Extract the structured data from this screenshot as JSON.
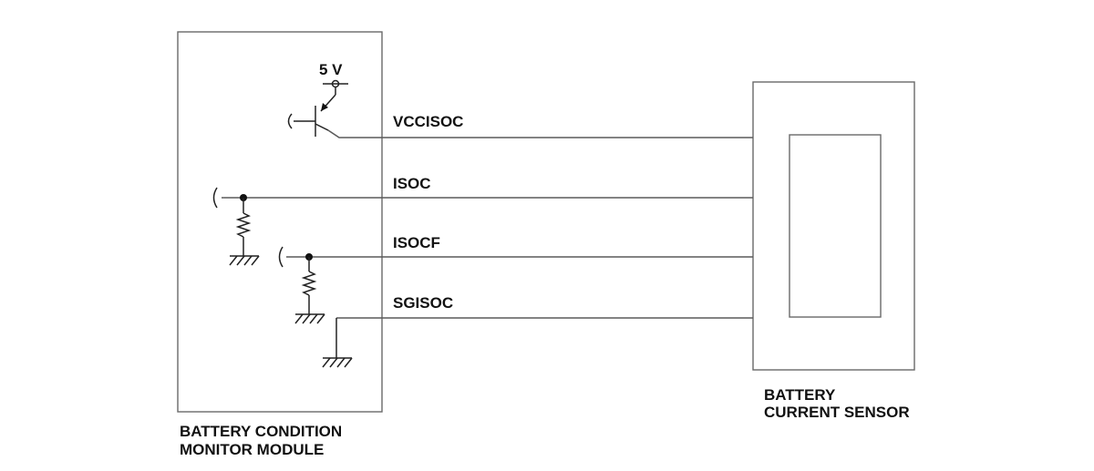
{
  "supply": {
    "voltage": "5 V"
  },
  "signals": {
    "vcc": "VCCISOC",
    "isoc": "ISOC",
    "isocf": "ISOCF",
    "sg": "SGISOC"
  },
  "modules": {
    "left": {
      "line1": "BATTERY CONDITION",
      "line2": "MONITOR MODULE"
    },
    "right": {
      "line1": "BATTERY",
      "line2": "CURRENT SENSOR"
    }
  }
}
